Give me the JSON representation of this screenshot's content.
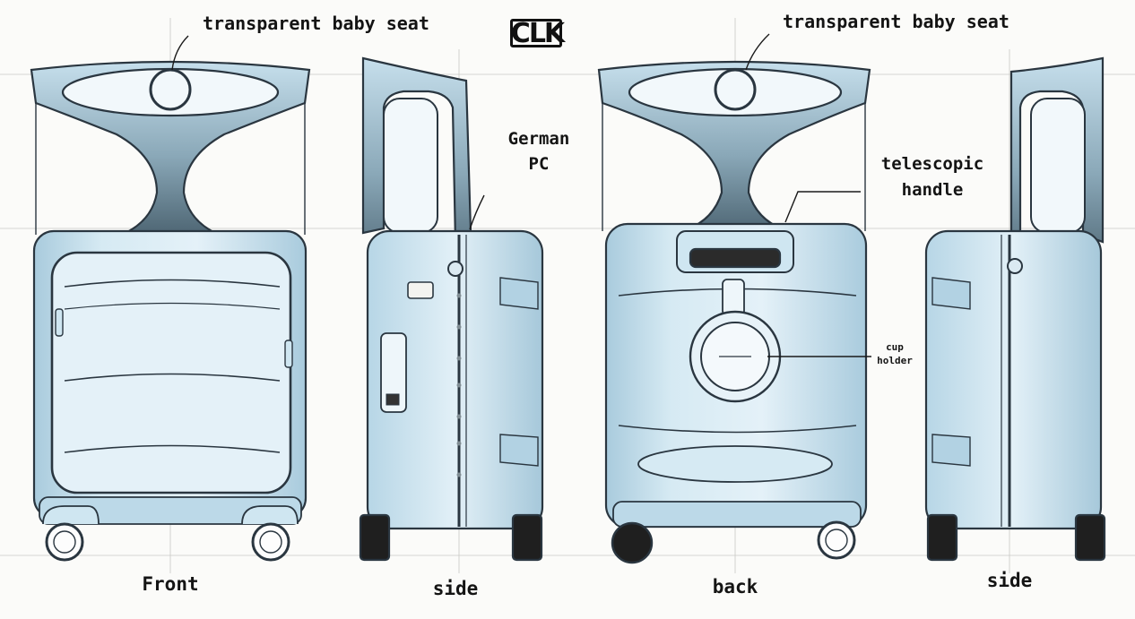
{
  "brand_logo": "CLK",
  "views": [
    {
      "id": "front",
      "caption": "Front"
    },
    {
      "id": "side-left",
      "caption": "side"
    },
    {
      "id": "back",
      "caption": "back"
    },
    {
      "id": "side-right",
      "caption": "side"
    }
  ],
  "callouts": {
    "seat_left": "transparent baby seat",
    "seat_right": "transparent baby seat",
    "material_line1": "German",
    "material_line2": "PC",
    "handle_line1": "telescopic",
    "handle_line2": "handle",
    "cup_line1": "cup",
    "cup_line2": "holder"
  },
  "colors": {
    "shell": "#cfe6f1",
    "shell_light": "#e6f3f9",
    "shell_shadow": "#a9cbdd",
    "outline": "#2a3640",
    "seat_dark": "#5f7684",
    "wheel": "#1f1f1f"
  }
}
